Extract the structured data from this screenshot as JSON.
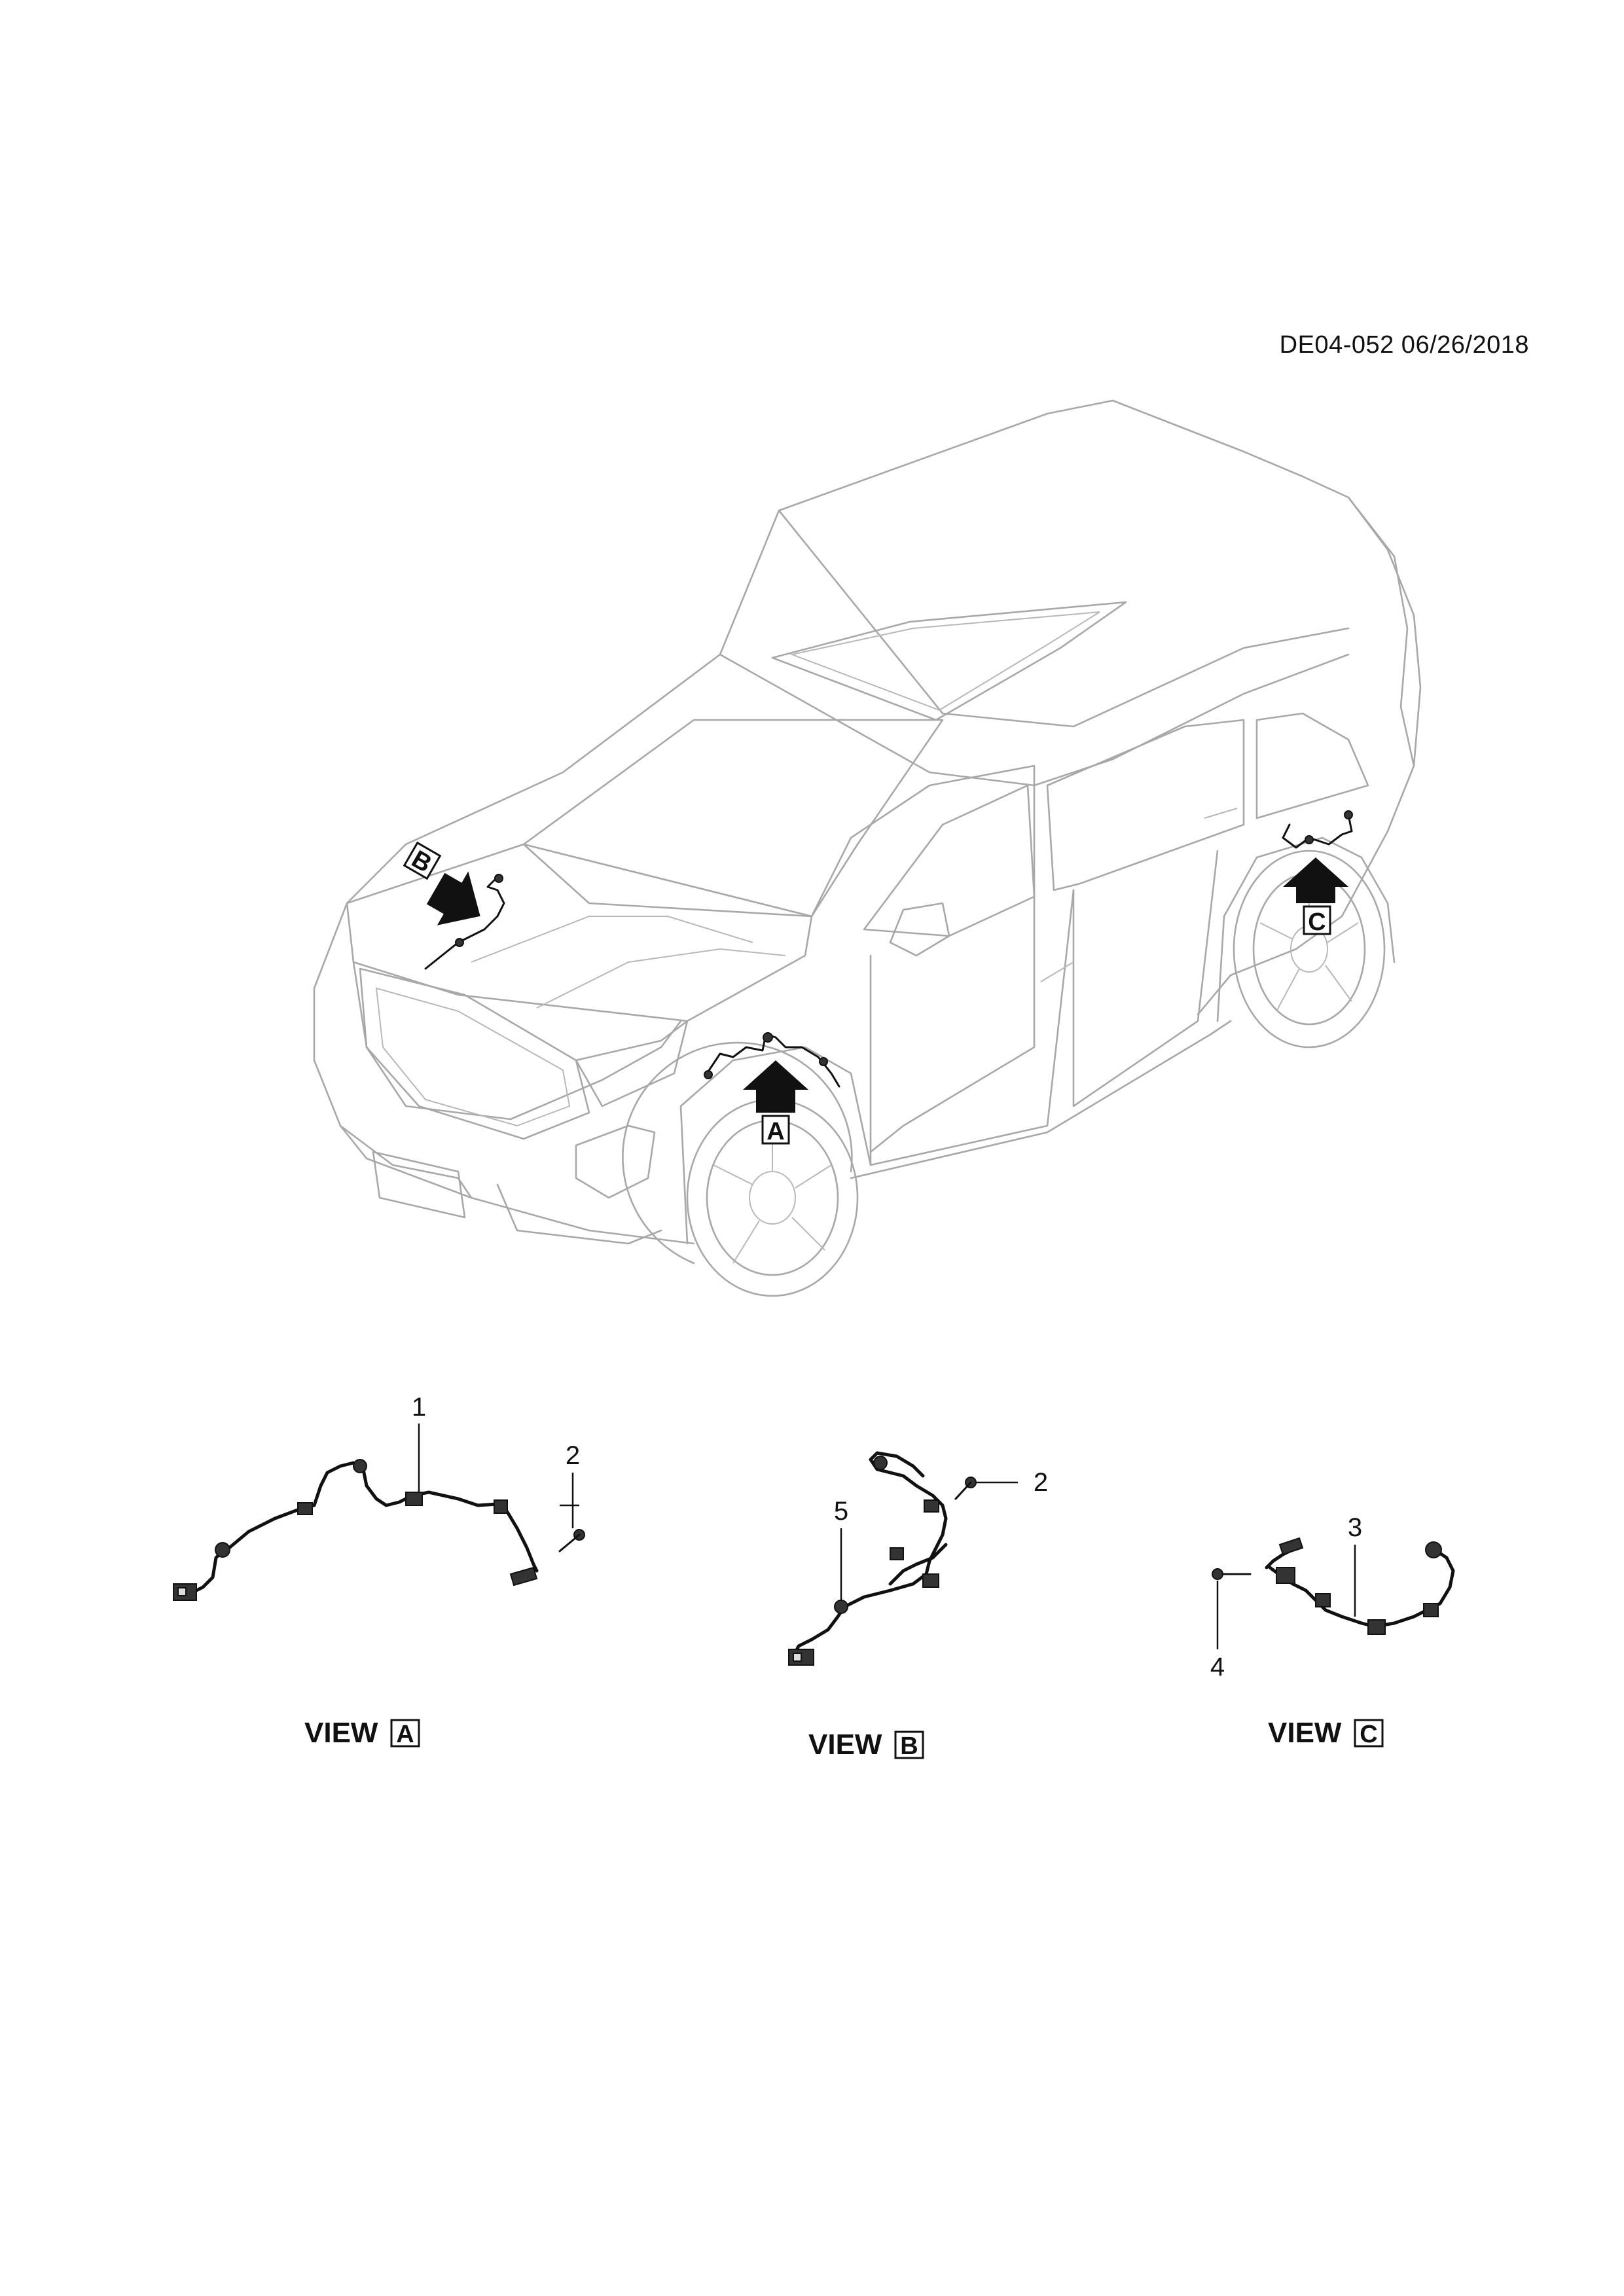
{
  "document": {
    "id_label": "DE04-052 06/26/2018"
  },
  "vehicle": {
    "view_markers": [
      "A",
      "B",
      "C"
    ]
  },
  "views": [
    {
      "title": "VIEW",
      "letter": "A",
      "callouts": [
        "1",
        "2"
      ]
    },
    {
      "title": "VIEW",
      "letter": "B",
      "callouts": [
        "5",
        "2"
      ]
    },
    {
      "title": "VIEW",
      "letter": "C",
      "callouts": [
        "3",
        "4"
      ]
    }
  ],
  "icons": {
    "vehicle": "suv-outline-illustration",
    "arrow": "view-direction-arrow-icon",
    "harness": "wheel-speed-sensor-harness"
  },
  "colors": {
    "vehicle_outline": "#a8a8a8",
    "harness": "#111111",
    "background": "#ffffff"
  }
}
